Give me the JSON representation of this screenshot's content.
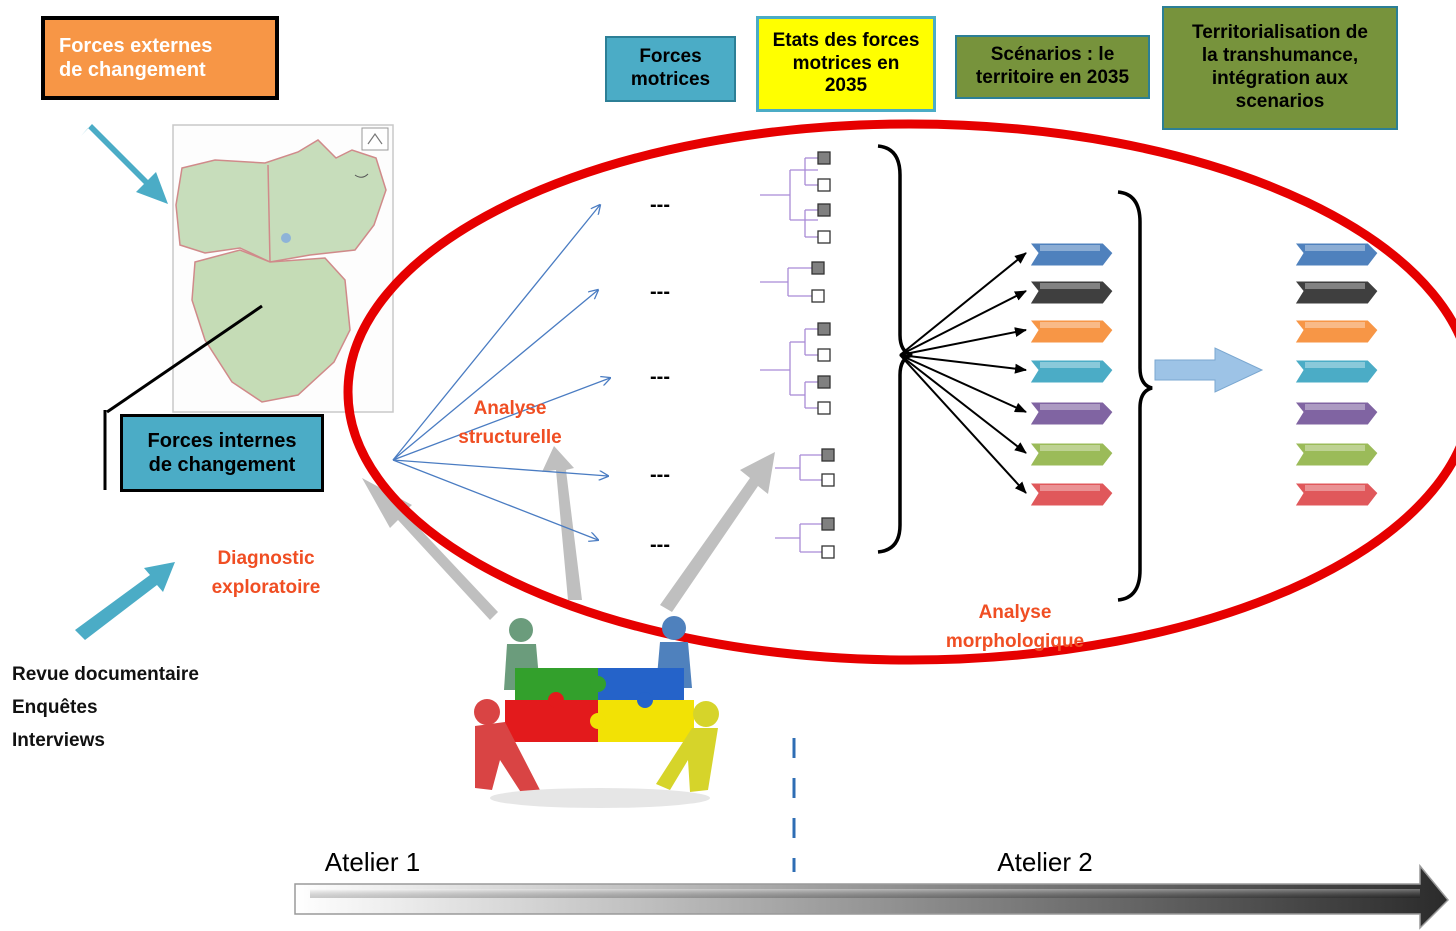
{
  "header_boxes": {
    "forces_externes": "Forces externes\nde changement",
    "forces_motrices": "Forces\nmotrices",
    "etats": "Etats des forces\nmotrices en\n2035",
    "scenarios": "Scénarios : le\nterritoire en 2035",
    "territorialisation": "Territorialisation de\nla transhumance,\nintégration aux\nscenarios"
  },
  "forces_internes": "Forces internes\nde changement",
  "labels": {
    "analyse_structurelle": "Analyse\nstructurelle",
    "analyse_morphologique": "Analyse\nmorphologique",
    "diagnostic": "Diagnostic\nexploratoire"
  },
  "sources": [
    "Revue documentaire",
    "Enquêtes",
    "Interviews"
  ],
  "dashes": [
    "---",
    "---",
    "---",
    "---",
    "---"
  ],
  "timeline": {
    "atelier1": "Atelier 1",
    "atelier2": "Atelier 2"
  },
  "colors": {
    "orange_box": "#f79646",
    "teal_box": "#4bacc6",
    "yellow_box": "#ffff00",
    "green_box": "#77933c",
    "ellipse": "#e60000",
    "label_red": "#f04e23",
    "scenario_arrows": [
      "#4f81bd",
      "#3f3f3f",
      "#f79646",
      "#4bacc6",
      "#8064a2",
      "#9bbb59",
      "#e0585b"
    ]
  }
}
